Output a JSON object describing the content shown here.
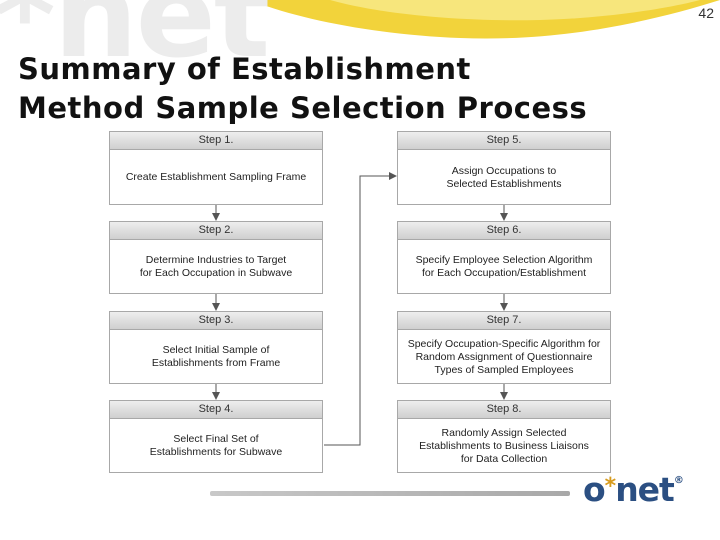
{
  "page_number": "42",
  "title_lines": [
    "Summary of Establishment",
    "Method Sample Selection Process"
  ],
  "logo_text": "o*net",
  "colors": {
    "accent_yellow": "#f2d33b",
    "logo_blue": "#2b4f82",
    "logo_star": "#d79b1e",
    "box_border": "#a8a8a8",
    "header_fill": "#d8d8d8",
    "connector": "#555555"
  },
  "steps": [
    {
      "label": "Step 1.",
      "lines": [
        "Create Establishment Sampling Frame"
      ]
    },
    {
      "label": "Step 2.",
      "lines": [
        "Determine Industries to Target",
        "for Each Occupation in Subwave"
      ]
    },
    {
      "label": "Step 3.",
      "lines": [
        "Select Initial Sample of",
        "Establishments from Frame"
      ]
    },
    {
      "label": "Step 4.",
      "lines": [
        "Select Final Set of",
        "Establishments for Subwave"
      ]
    },
    {
      "label": "Step 5.",
      "lines": [
        "Assign Occupations to",
        "Selected Establishments"
      ]
    },
    {
      "label": "Step 6.",
      "lines": [
        "Specify Employee Selection Algorithm",
        "for Each Occupation/Establishment"
      ]
    },
    {
      "label": "Step 7.",
      "lines": [
        "Specify Occupation-Specific Algorithm for",
        "Random Assignment of Questionnaire",
        "Types of Sampled Employees"
      ]
    },
    {
      "label": "Step 8.",
      "lines": [
        "Randomly Assign Selected",
        "Establishments to Business Liaisons",
        "for Data Collection"
      ]
    }
  ]
}
